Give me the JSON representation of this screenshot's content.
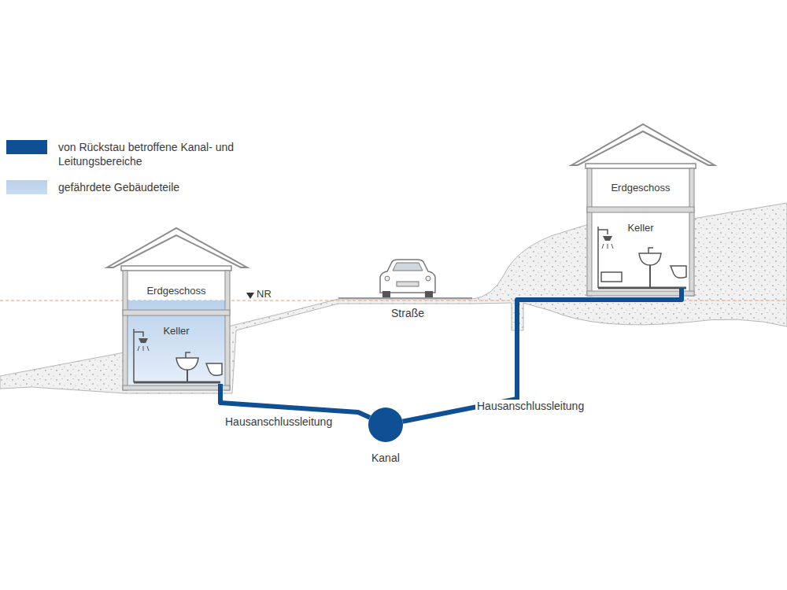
{
  "diagram": {
    "nodes": [
      {
        "text": [
          "Erdgeschoss"
        ]
      },
      {
        "text": [
          "Keller"
        ]
      },
      {
        "text": [
          "Kanal"
        ]
      },
      {
        "text": [
          "Erdgeschoss"
        ]
      },
      {
        "text": [
          "Keller"
        ]
      }
    ],
    "edges": [
      {
        "from": 1,
        "to": 2,
        "arrow": "none",
        "label": "Hausanschlussleitung"
      },
      {
        "from": 4,
        "to": 2,
        "arrow": "none",
        "label": "Hausanschlussleitung"
      }
    ],
    "labels": [
      "NR",
      "Straße"
    ],
    "legend": [
      {
        "text": "von Rückstau betroffene Kanal- und Leitungsbereiche",
        "color": "#0f4f93"
      },
      {
        "text": "gefährdete Gebäudeteile",
        "color": "#c9dcf0"
      }
    ]
  }
}
